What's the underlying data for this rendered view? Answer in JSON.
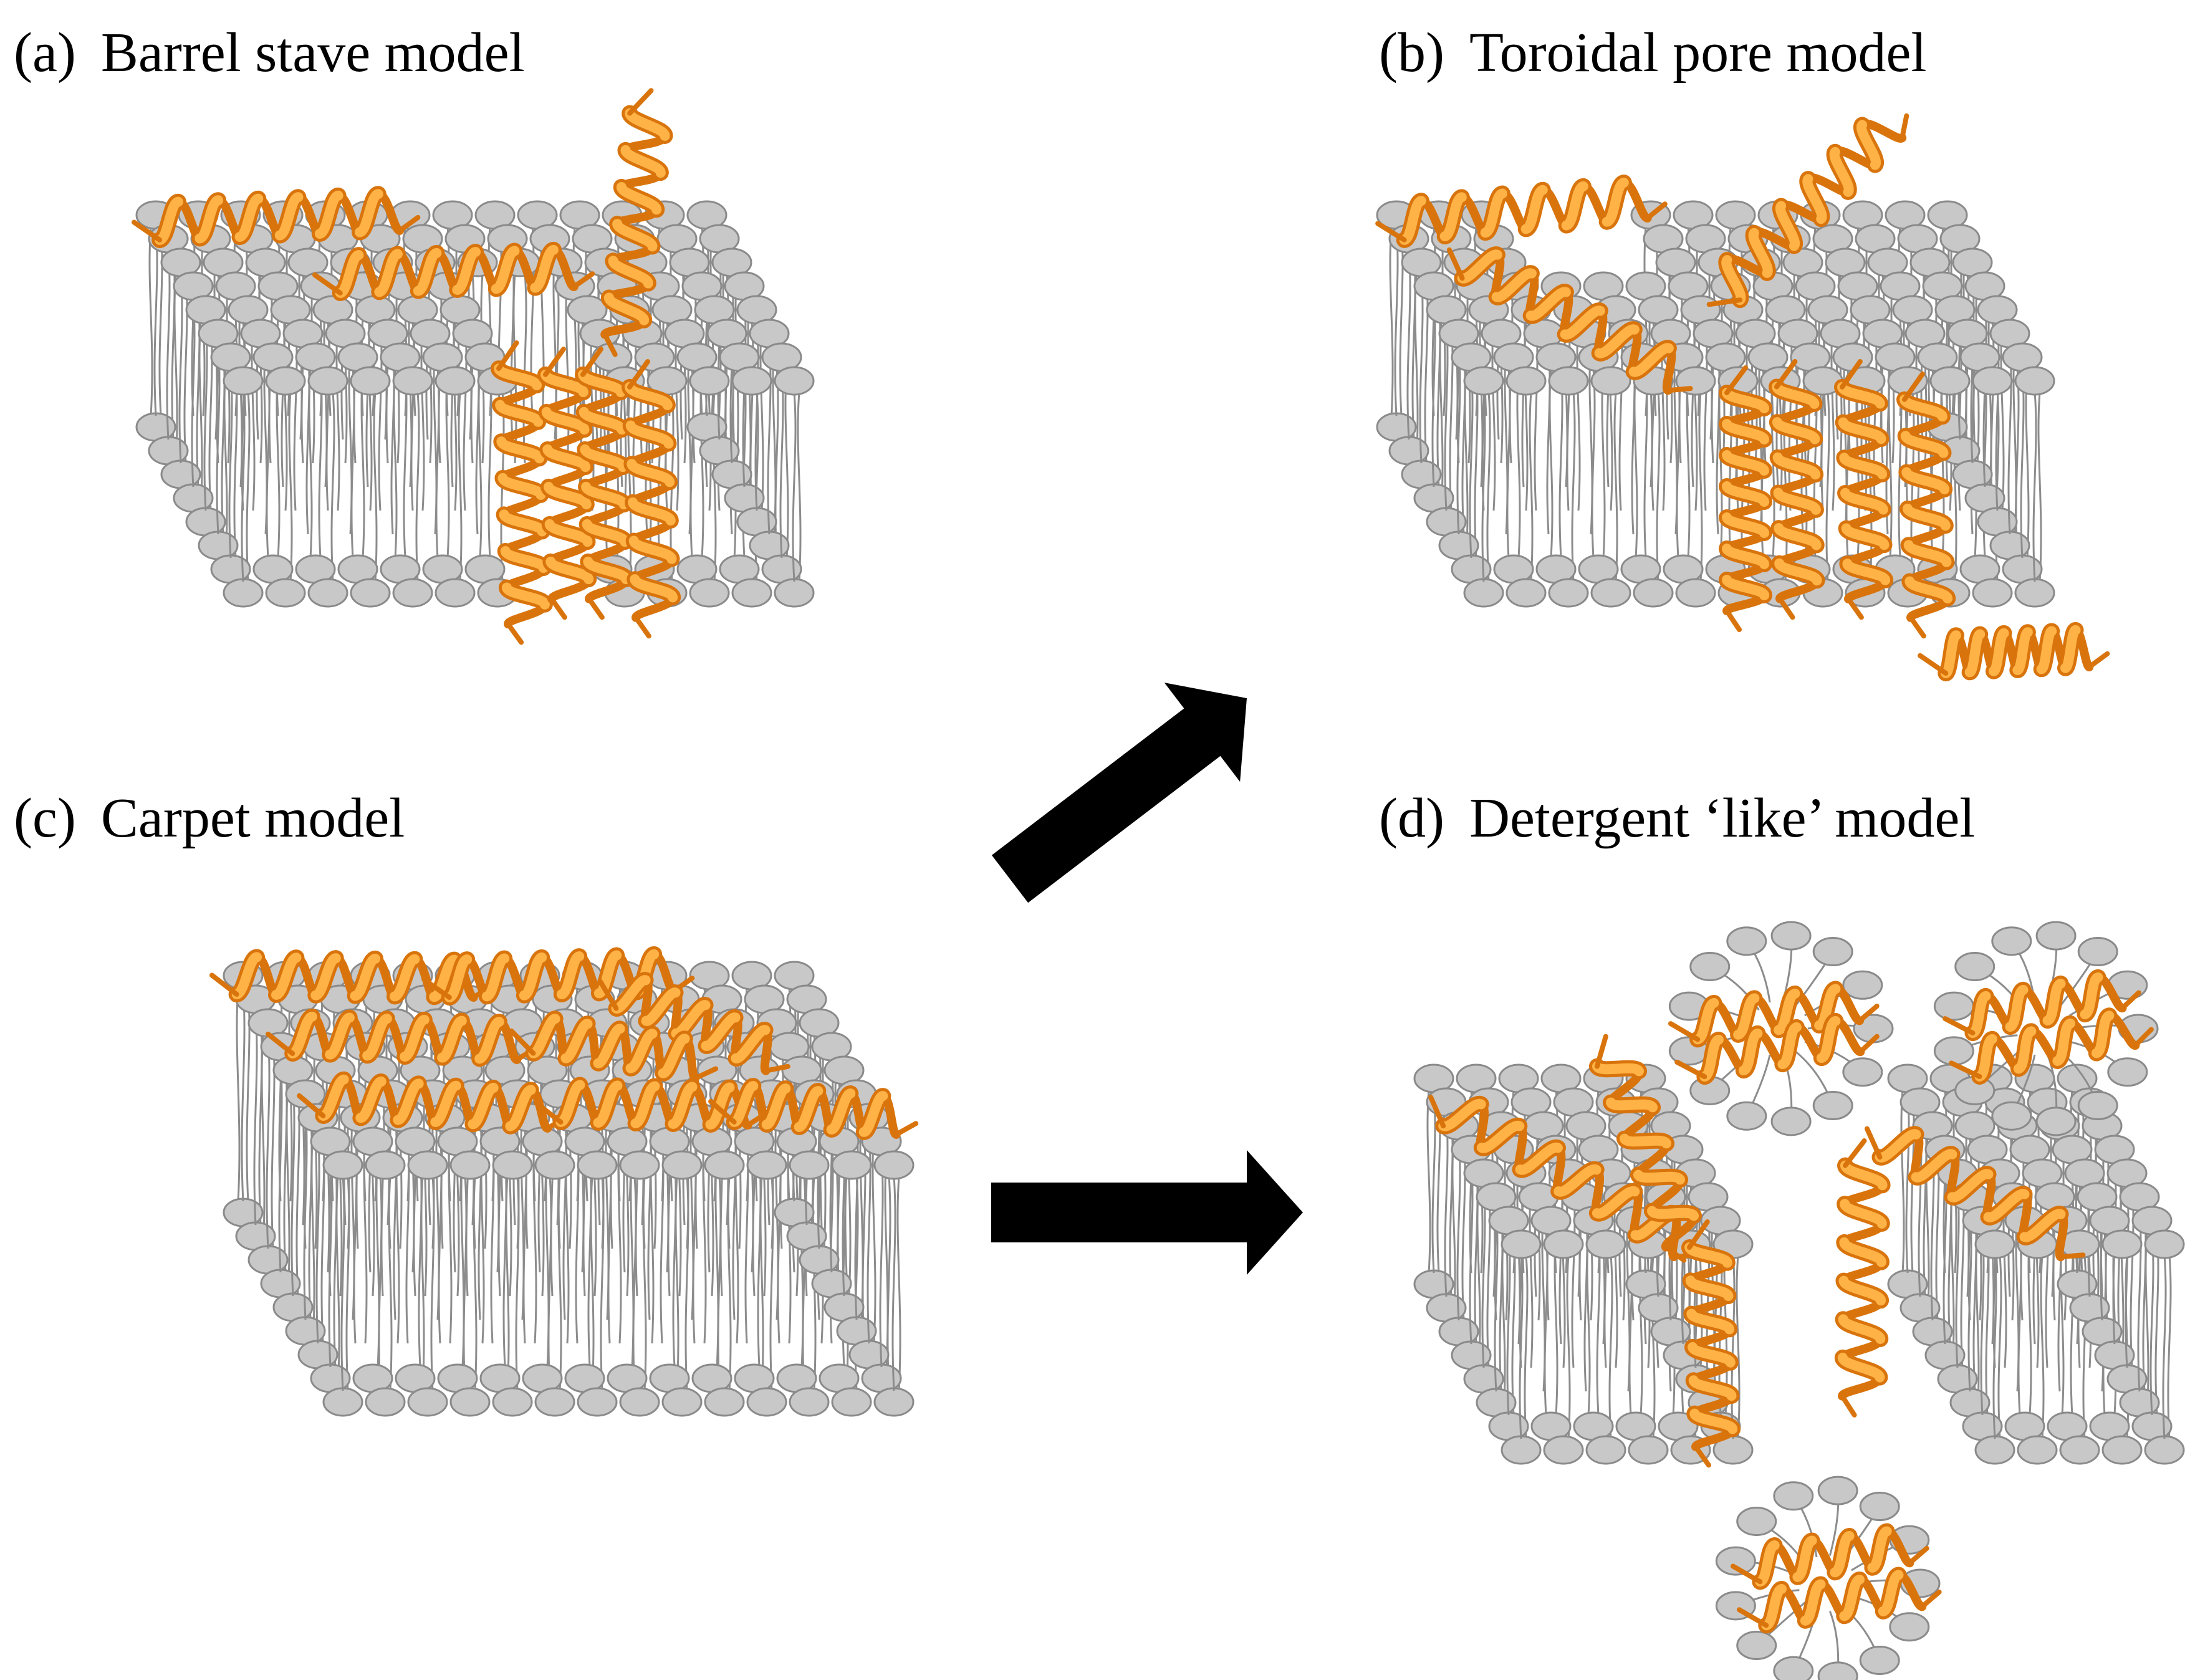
{
  "panels": [
    {
      "id": "a",
      "letter": "(a)",
      "title": "Barrel stave model"
    },
    {
      "id": "b",
      "letter": "(b)",
      "title": "Toroidal pore model"
    },
    {
      "id": "c",
      "letter": "(c)",
      "title": "Carpet model"
    },
    {
      "id": "d",
      "letter": "(d)",
      "title": "Detergent ‘like’ model"
    }
  ],
  "colors": {
    "lipid_head": "#c8c8c8",
    "lipid_stroke": "#8a8a8a",
    "lipid_tail": "#8c8c8c",
    "helix_light": "#ffb347",
    "helix_dark": "#d9740c",
    "arrow": "#000000"
  },
  "icons": [
    "lipid-head-icon",
    "alpha-helix-icon",
    "arrow-icon"
  ]
}
